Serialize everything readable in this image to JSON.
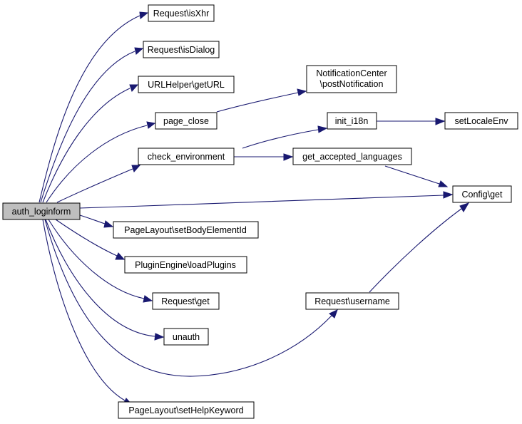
{
  "diagram": {
    "nodes": {
      "auth_loginform": "auth_loginform",
      "isXhr": "Request\\isXhr",
      "isDialog": "Request\\isDialog",
      "getURL": "URLHelper\\getURL",
      "page_close": "page_close",
      "check_environment": "check_environment",
      "setBodyElementId": "PageLayout\\setBodyElementId",
      "loadPlugins": "PluginEngine\\loadPlugins",
      "request_get": "Request\\get",
      "unauth": "unauth",
      "setHelpKeyword": "PageLayout\\setHelpKeyword",
      "postNotification_line1": "NotificationCenter",
      "postNotification_line2": "\\postNotification",
      "init_i18n": "init_i18n",
      "get_accepted_languages": "get_accepted_languages",
      "setLocaleEnv": "setLocaleEnv",
      "config_get": "Config\\get",
      "username": "Request\\username"
    },
    "edges": [
      [
        "auth_loginform",
        "isXhr"
      ],
      [
        "auth_loginform",
        "isDialog"
      ],
      [
        "auth_loginform",
        "getURL"
      ],
      [
        "auth_loginform",
        "page_close"
      ],
      [
        "auth_loginform",
        "check_environment"
      ],
      [
        "auth_loginform",
        "config_get"
      ],
      [
        "auth_loginform",
        "setBodyElementId"
      ],
      [
        "auth_loginform",
        "loadPlugins"
      ],
      [
        "auth_loginform",
        "request_get"
      ],
      [
        "auth_loginform",
        "unauth"
      ],
      [
        "auth_loginform",
        "username"
      ],
      [
        "auth_loginform",
        "setHelpKeyword"
      ],
      [
        "page_close",
        "postNotification"
      ],
      [
        "check_environment",
        "init_i18n"
      ],
      [
        "check_environment",
        "get_accepted_languages"
      ],
      [
        "init_i18n",
        "setLocaleEnv"
      ],
      [
        "get_accepted_languages",
        "config_get"
      ],
      [
        "username",
        "config_get"
      ]
    ]
  }
}
